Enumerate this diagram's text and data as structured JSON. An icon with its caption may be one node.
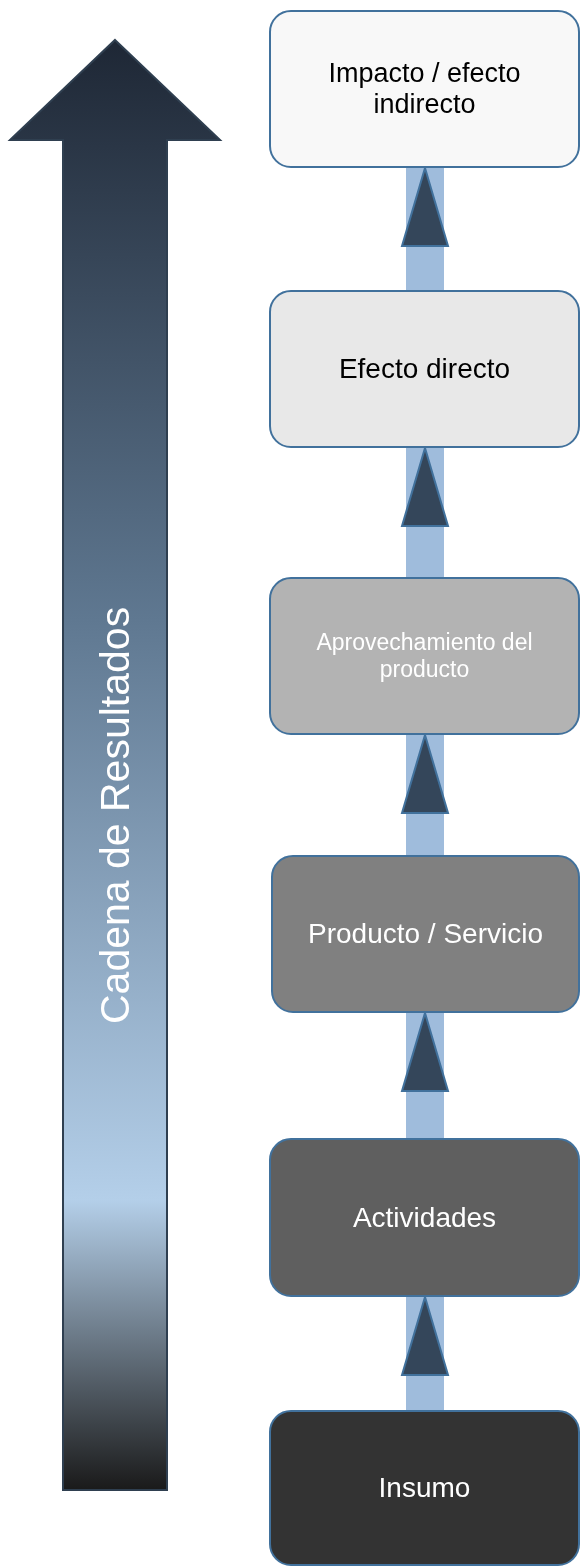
{
  "diagram": {
    "nodes": [
      {
        "text": [
          "Cadena de Resultados"
        ]
      },
      {
        "text": [
          "Impacto / efecto indirecto"
        ]
      },
      {
        "text": [
          "Efecto directo"
        ]
      },
      {
        "text": [
          "Aprovechamiento del producto"
        ]
      },
      {
        "text": [
          "Producto / Servicio"
        ]
      },
      {
        "text": [
          "Actividades"
        ]
      },
      {
        "text": [
          "Insumo"
        ]
      }
    ],
    "edges": [
      {
        "from": 6,
        "to": 5,
        "arrow": "to"
      },
      {
        "from": 5,
        "to": 4,
        "arrow": "to"
      },
      {
        "from": 4,
        "to": 3,
        "arrow": "to"
      },
      {
        "from": 3,
        "to": 2,
        "arrow": "to"
      },
      {
        "from": 2,
        "to": 1,
        "arrow": "to"
      }
    ]
  }
}
